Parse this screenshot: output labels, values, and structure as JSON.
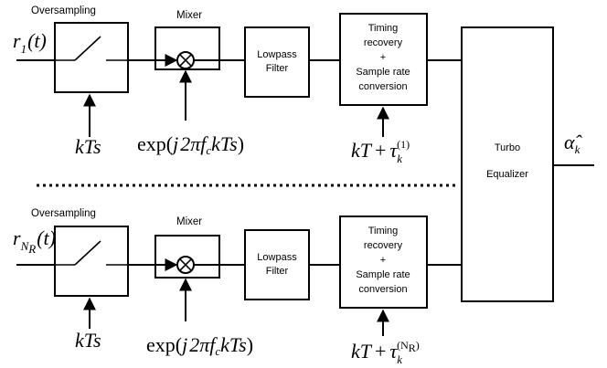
{
  "diagram": {
    "upper_branch": {
      "input": {
        "base": "r",
        "sub": "1",
        "arg": "(t)"
      },
      "oversampling_label": "Oversampling",
      "mixer_label": "Mixer",
      "lowpass_line1": "Lowpass",
      "lowpass_line2": "Filter",
      "timing_line1": "Timing",
      "timing_line2": "recovery",
      "timing_line3": "+",
      "timing_line4": "Sample rate",
      "timing_line5": "conversion",
      "sampling_clock": "kTs",
      "mixer_input": {
        "pre": "exp",
        "open": "(",
        "j": "j",
        "body": "2πf",
        "sub": "c",
        "tail": "kTs",
        "close": ")"
      },
      "timing_input": {
        "kt": "kT",
        "plus": "+",
        "tau": "τ",
        "sub": "k",
        "sup": "(1)"
      }
    },
    "lower_branch": {
      "input": {
        "base": "r",
        "sub": "N",
        "subsub": "R",
        "arg": "(t)"
      },
      "oversampling_label": "Oversampling",
      "mixer_label": "Mixer",
      "lowpass_line1": "Lowpass",
      "lowpass_line2": "Filter",
      "timing_line1": "Timing",
      "timing_line2": "recovery",
      "timing_line3": "+",
      "timing_line4": "Sample rate",
      "timing_line5": "conversion",
      "sampling_clock": "kTs",
      "mixer_input": {
        "pre": "exp",
        "open": "(",
        "j": "j",
        "body": "2πf",
        "sub": "c",
        "tail": "kTs",
        "close": ")"
      },
      "timing_input": {
        "kt": "kT",
        "plus": "+",
        "tau": "τ",
        "sub": "k",
        "sup": "(N",
        "supsub": "R",
        "supclose": ")"
      }
    },
    "equalizer": {
      "line1": "Turbo",
      "line2": "Equalizer"
    },
    "output": {
      "base": "α̂",
      "sub": "k"
    }
  }
}
